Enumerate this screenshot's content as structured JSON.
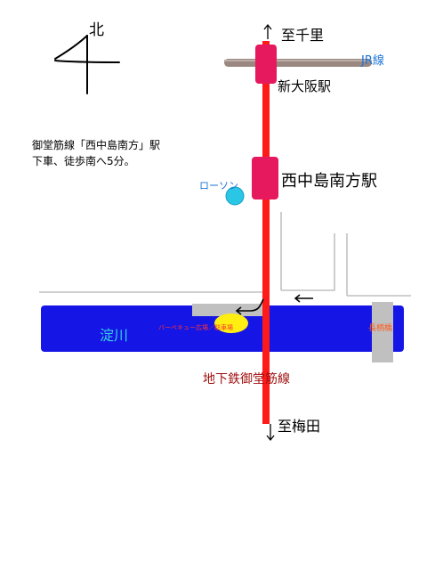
{
  "compass": {
    "north_label": "北"
  },
  "directions": {
    "note_line1": "御堂筋線「西中島南方」駅",
    "note_line2": "下車、徒歩南へ5分。"
  },
  "labels": {
    "to_senri": "至千里",
    "to_umeda": "至梅田",
    "jr_line": "JR線",
    "shin_osaka": "新大阪駅",
    "nishinakajima": "西中島南方駅",
    "lawson": "ローソン",
    "yodogawa": "淀川",
    "bbq_area": "バーベキュー広場／駐車場",
    "bridge": "長柄橋",
    "subway_line": "地下鉄御堂筋線"
  },
  "colors": {
    "subway": "#ff1a1a",
    "station": "#e6185e",
    "jr": "#9a8880",
    "river": "#1515e6",
    "road": "#b4b4b4",
    "lawson": "#29c6e6",
    "bbq": "#ffee11",
    "label_blue": "#1c73d6",
    "label_red": "#e02020",
    "label_dark_red": "#a01010",
    "label_orange": "#ff5a1a",
    "label_cyan": "#33d2e0"
  },
  "icons": {
    "north_arrow": "north-arrow-icon",
    "arrow_up": "arrow-up-icon",
    "arrow_down": "arrow-down-icon",
    "arrow_left": "arrow-left-icon",
    "curved_arrow": "curved-arrow-icon"
  }
}
